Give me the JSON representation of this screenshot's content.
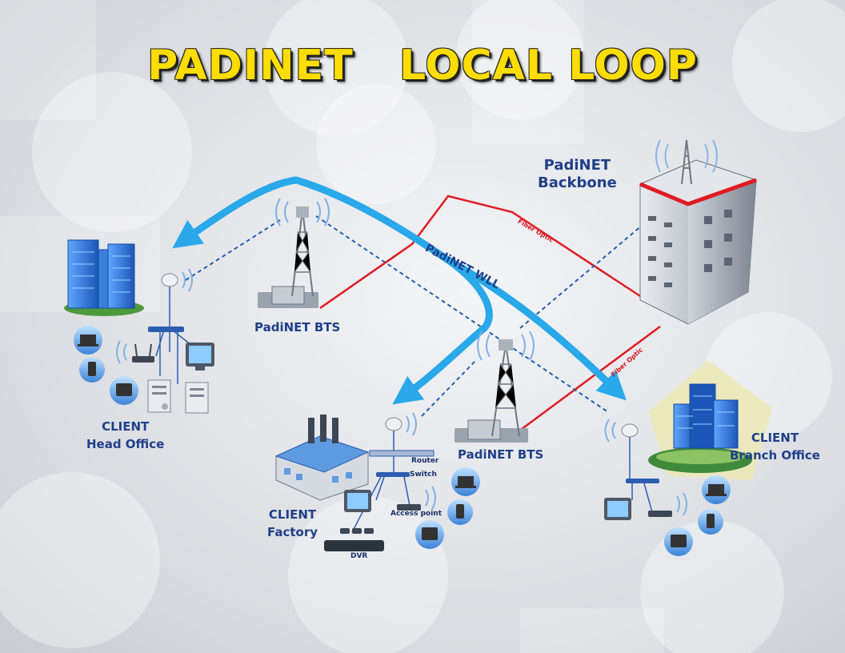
{
  "title": "PADINET   LOCAL LOOP",
  "labels": {
    "backbone": [
      "PadiNET",
      "Backbone"
    ],
    "bts_left": "PadiNET BTS",
    "bts_center": "PadiNET BTS",
    "wll": "PadiNET WLL",
    "head_office": [
      "CLIENT",
      "Head Office"
    ],
    "factory": [
      "CLIENT",
      "Factory"
    ],
    "branch_office": [
      "CLIENT",
      "Branch Office"
    ],
    "router": "Router",
    "switch": "Switch",
    "access_point": "Access point",
    "dvr": "DVR",
    "fiber_1": "Fiber Optic",
    "fiber_2": "Fiber Optic"
  },
  "colors": {
    "title": "#ffdd00",
    "label": "#1f3f8a",
    "fiber": "#e01b22",
    "wireless_arrow": "#29a8ea",
    "radio_link": "#1f5fb0"
  },
  "icons": {
    "tower": "cell-tower-icon",
    "building": "office-building-icon",
    "factory": "factory-icon",
    "laptop": "laptop-icon",
    "phone": "smartphone-icon",
    "tablet": "tablet-icon",
    "server": "server-icon",
    "monitor": "monitor-icon",
    "router": "router-icon",
    "antenna": "antenna-icon",
    "cctv": "cctv-camera-icon"
  }
}
